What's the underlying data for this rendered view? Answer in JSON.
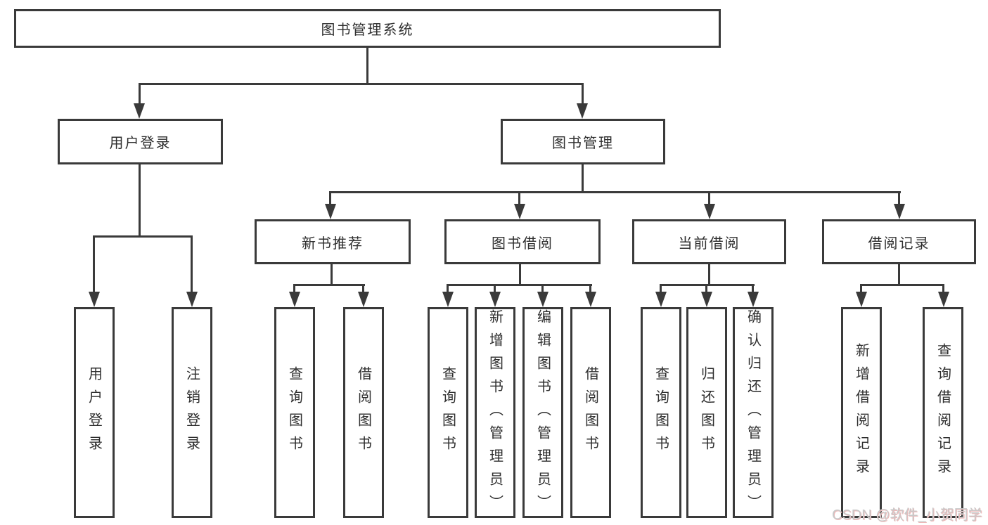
{
  "tree": {
    "root": "图书管理系统",
    "children": [
      {
        "label": "用户登录",
        "children": [
          "用户登录",
          "注销登录"
        ]
      },
      {
        "label": "图书管理",
        "children": [
          {
            "label": "新书推荐",
            "children": [
              "查询图书",
              "借阅图书"
            ]
          },
          {
            "label": "图书借阅",
            "children": [
              "查询图书",
              "新增图书（管理员）",
              "编辑图书（管理员）",
              "借阅图书"
            ]
          },
          {
            "label": "当前借阅",
            "children": [
              "查询图书",
              "归还图书",
              "确认归还（管理员）"
            ]
          },
          {
            "label": "借阅记录",
            "children": [
              "新增借阅记录",
              "查询借阅记录"
            ]
          }
        ]
      }
    ]
  },
  "watermark": {
    "text": "CSDN @软件_小贺同学"
  },
  "colors": {
    "stroke": "#3a3a3a",
    "text": "#2e2e2e",
    "background": "#ffffff",
    "watermark_text": "#c9c9c9",
    "watermark_shadow": "#eeb8b8"
  }
}
